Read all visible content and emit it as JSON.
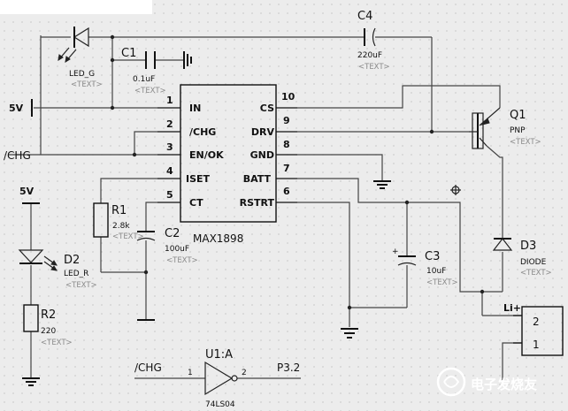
{
  "ic": {
    "ref": "MAX1898",
    "pins_left": [
      {
        "num": "1",
        "name": "IN"
      },
      {
        "num": "2",
        "name": "/CHG"
      },
      {
        "num": "3",
        "name": "EN/OK"
      },
      {
        "num": "4",
        "name": "ISET"
      },
      {
        "num": "5",
        "name": "CT"
      }
    ],
    "pins_right": [
      {
        "num": "10",
        "name": "CS"
      },
      {
        "num": "9",
        "name": "DRV"
      },
      {
        "num": "8",
        "name": "GND"
      },
      {
        "num": "7",
        "name": "BATT"
      },
      {
        "num": "6",
        "name": "RSTRT"
      }
    ]
  },
  "components": {
    "led_g": {
      "value": "LED_G",
      "text": "<TEXT>"
    },
    "c1": {
      "ref": "C1",
      "value": "0.1uF",
      "text": "<TEXT>"
    },
    "c4": {
      "ref": "C4",
      "value": "220uF",
      "text": "<TEXT>"
    },
    "q1": {
      "ref": "Q1",
      "value": "PNP",
      "text": "<TEXT>"
    },
    "r1": {
      "ref": "R1",
      "value": "2.8k",
      "text": "<TEXT>"
    },
    "c2": {
      "ref": "C2",
      "value": "100uF",
      "text": "<TEXT>"
    },
    "c3": {
      "ref": "C3",
      "value": "10uF",
      "text": "<TEXT>"
    },
    "d3": {
      "ref": "D3",
      "value": "DIODE",
      "text": "<TEXT>"
    },
    "d2": {
      "ref": "D2",
      "value": "LED_R",
      "text": "<TEXT>"
    },
    "r2": {
      "ref": "R2",
      "value": "220",
      "text": "<TEXT>"
    },
    "u1": {
      "ref": "U1:A",
      "value": "74LS04",
      "pin_in": "1",
      "pin_out": "2"
    },
    "conn": {
      "label": "Li+",
      "pin_top": "2",
      "pin_bottom": "1"
    }
  },
  "nets": {
    "v5_top": "5V",
    "chg_left": "/CHG",
    "v5_left": "5V",
    "chg_bottom": "/CHG",
    "p32": "P3.2"
  },
  "watermark": "电子发烧友"
}
